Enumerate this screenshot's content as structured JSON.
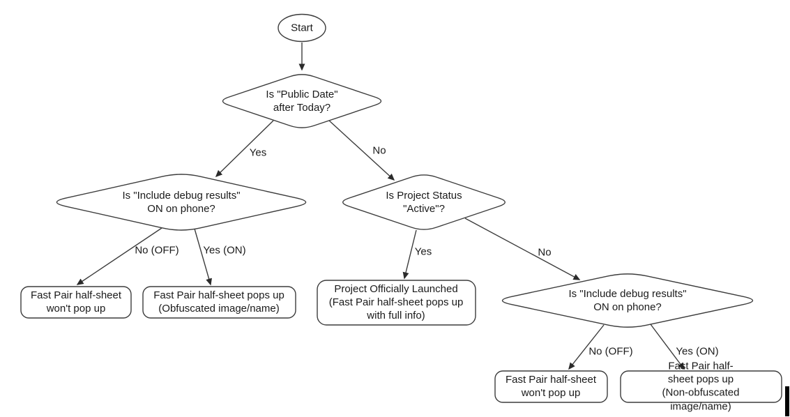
{
  "flowchart": {
    "nodes": {
      "start": "Start",
      "public_date": "Is \"Public Date\"\nafter Today?",
      "debug_left": "Is \"Include debug results\"\nON on phone?",
      "project_status": "Is Project Status\n\"Active\"?",
      "debug_right": "Is \"Include debug results\"\nON on phone?",
      "no_popup_left": "Fast Pair half-sheet\nwon't pop up",
      "obfuscated": "Fast Pair half-sheet pops up\n(Obfuscated image/name)",
      "launched": "Project Officially Launched\n(Fast Pair half-sheet pops up\nwith full info)",
      "no_popup_right": "Fast Pair half-sheet\nwon't pop up",
      "non_obfuscated": "Fast Pair half-sheet pops up\n(Non-obfuscated image/name)"
    },
    "edge_labels": {
      "public_date_yes": "Yes",
      "public_date_no": "No",
      "debug_left_no": "No (OFF)",
      "debug_left_yes": "Yes (ON)",
      "project_status_yes": "Yes",
      "project_status_no": "No",
      "debug_right_no": "No (OFF)",
      "debug_right_yes": "Yes (ON)"
    },
    "colors": {
      "background": "#ffffff",
      "stroke": "#3c3c3c",
      "text": "#1a1a1a",
      "cursor_bar": "#000000"
    }
  }
}
